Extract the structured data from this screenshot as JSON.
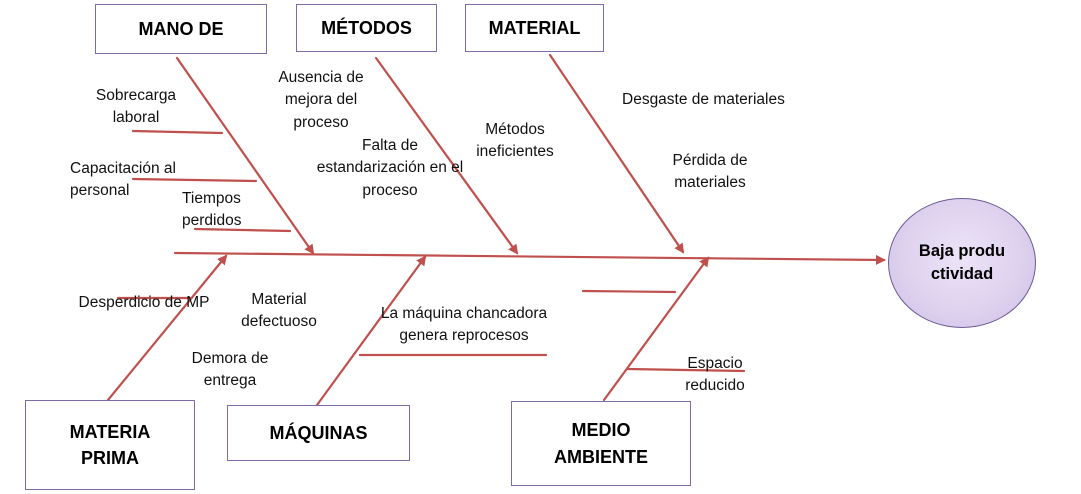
{
  "categories": {
    "mano_de": "MANO DE",
    "metodos": "MÉTODOS",
    "material": "MATERIAL",
    "materia_prima": "MATERIA PRIMA",
    "maquinas": "MÁQUINAS",
    "medio_ambiente": "MEDIO AMBIENTE"
  },
  "effect": "Baja productividad",
  "causes": {
    "sobrecarga": "Sobrecarga laboral",
    "capacitacion": "Capacitación al personal",
    "tiempos": "Tiempos perdidos",
    "ausencia": "Ausencia de mejora del proceso",
    "falta": "Falta de estandarización en el proceso",
    "ineficientes": "Métodos ineficientes",
    "desgaste": "Desgaste de materiales",
    "perdida": "Pérdida de materiales",
    "desperdicio": "Desperdicio de MP",
    "defectuoso": "Material defectuoso",
    "demora": "Demora de entrega",
    "chancadora": "La máquina chancadora genera reprocesos",
    "espacio": "Espacio reducido"
  },
  "colors": {
    "line": "#c0504d",
    "box_border": "#7f6aa3",
    "ellipse_fill": "#ddd0ee",
    "ellipse_border": "#6b5a94"
  }
}
